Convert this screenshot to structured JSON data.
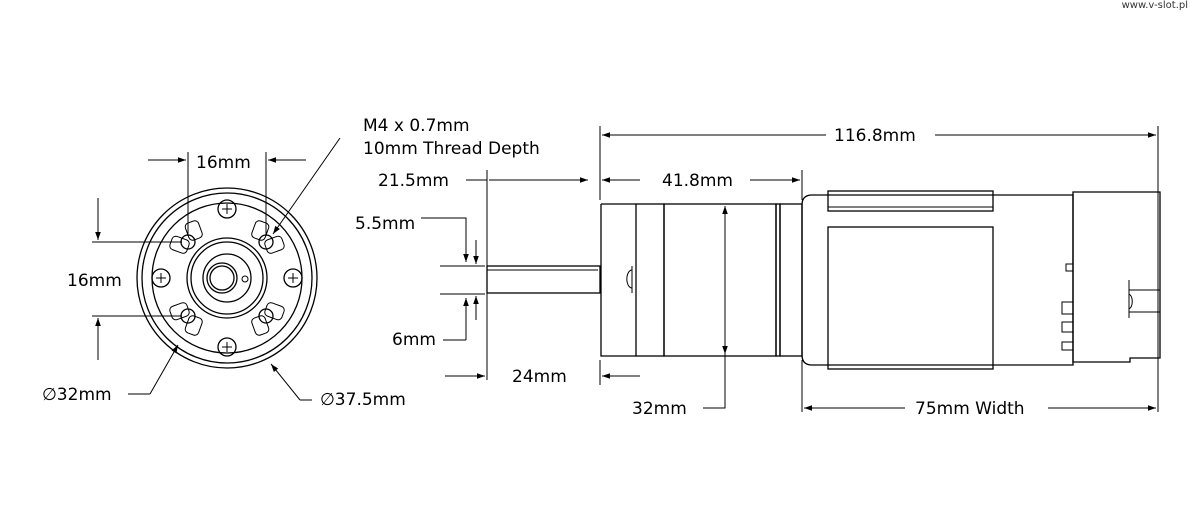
{
  "watermark": "www.v-slot.pl",
  "front_view": {
    "dim_hole_spacing_h": "16mm",
    "dim_hole_spacing_v": "16mm",
    "thread_line1": "M4 x 0.7mm",
    "thread_line2": "10mm Thread Depth",
    "dim_diameter_inner": "∅32mm",
    "dim_diameter_outer": "∅37.5mm"
  },
  "side_view": {
    "dim_overall_length": "116.8mm",
    "dim_gearbox_length": "41.8mm",
    "dim_shaft_length": "21.5mm",
    "dim_flat_depth": "5.5mm",
    "dim_shaft_diameter": "6mm",
    "dim_shaft_exposed": "24mm",
    "dim_gearbox_height": "32mm",
    "dim_motor_width": "75mm Width"
  },
  "colors": {
    "line": "#000000",
    "background": "#ffffff"
  }
}
